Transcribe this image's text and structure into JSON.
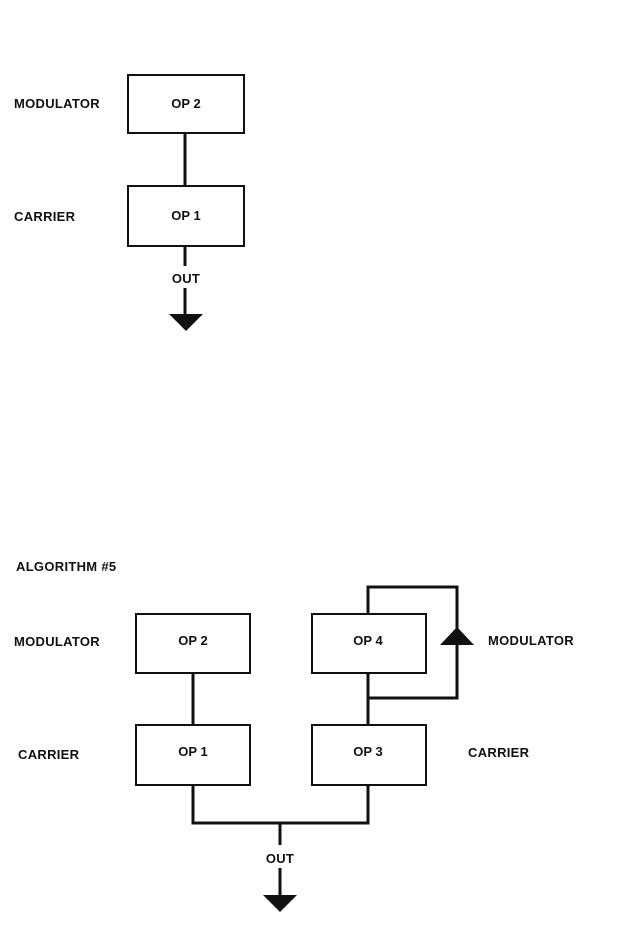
{
  "diagram1": {
    "modulator_label": "MODULATOR",
    "carrier_label": "CARRIER",
    "op2": "OP 2",
    "op1": "OP 1",
    "out": "OUT"
  },
  "diagram2": {
    "title": "ALGORITHM #5",
    "left_modulator_label": "MODULATOR",
    "left_carrier_label": "CARRIER",
    "right_modulator_label": "MODULATOR",
    "right_carrier_label": "CARRIER",
    "op2": "OP 2",
    "op1": "OP 1",
    "op4": "OP 4",
    "op3": "OP 3",
    "out": "OUT"
  }
}
